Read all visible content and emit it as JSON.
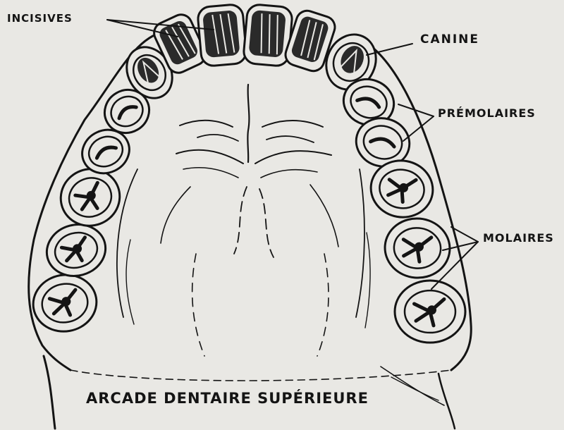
{
  "diagram": {
    "caption": "ARCADE DENTAIRE SUPÉRIEURE",
    "labels": {
      "incisives": "INCISIVES",
      "canine": "CANINE",
      "premolaires": "PRÉMOLAIRES",
      "molaires": "MOLAIRES"
    }
  },
  "colors": {
    "background": "#e9e8e4",
    "ink": "#141414"
  }
}
